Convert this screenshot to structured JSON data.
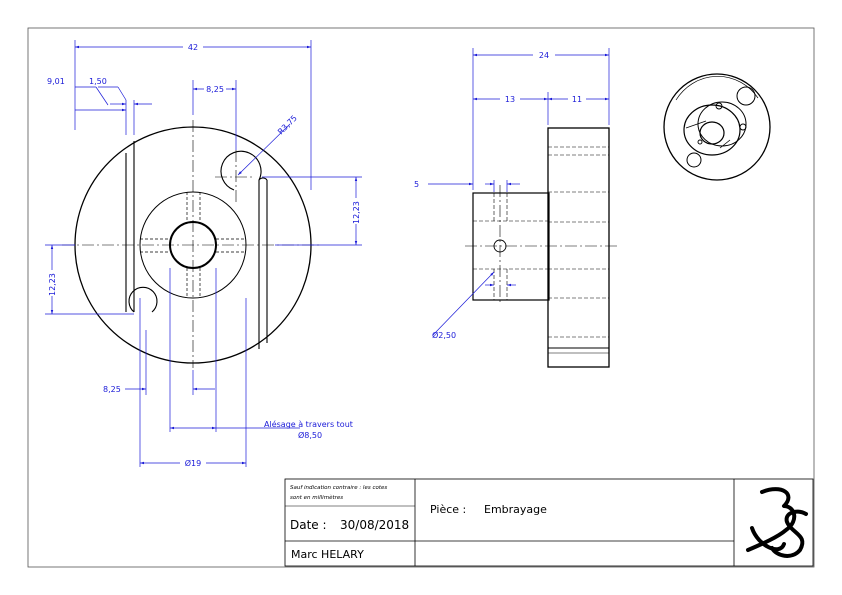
{
  "drawing": {
    "front_view": {
      "overall_width": "42",
      "dim_9_01": "9,01",
      "dim_1_50": "1,50",
      "dim_8_25_top": "8,25",
      "radius": "R3,75",
      "dim_12_23_right": "12,23",
      "dim_12_23_left": "12,23",
      "dim_8_25_bottom": "8,25",
      "bore_note_line1": "Alésage à travers tout",
      "bore_note_line2": "Ø8,50",
      "dim_dia_19": "Ø19"
    },
    "side_view": {
      "overall_length": "24",
      "dim_13": "13",
      "dim_11": "11",
      "dim_5": "5",
      "hole_dia": "Ø2,50"
    }
  },
  "title_block": {
    "note_line1": "Sauf indication contraire : les cotes",
    "note_line2": "sont en millimètres",
    "date_label": "Date :",
    "date_value": "30/08/2018",
    "author": "Marc HELARY",
    "part_label": "Pièce :",
    "part_name": "Embrayage",
    "logo_text": "3DS"
  },
  "colors": {
    "dimension": "#1a1ad8",
    "outline": "#000000"
  }
}
